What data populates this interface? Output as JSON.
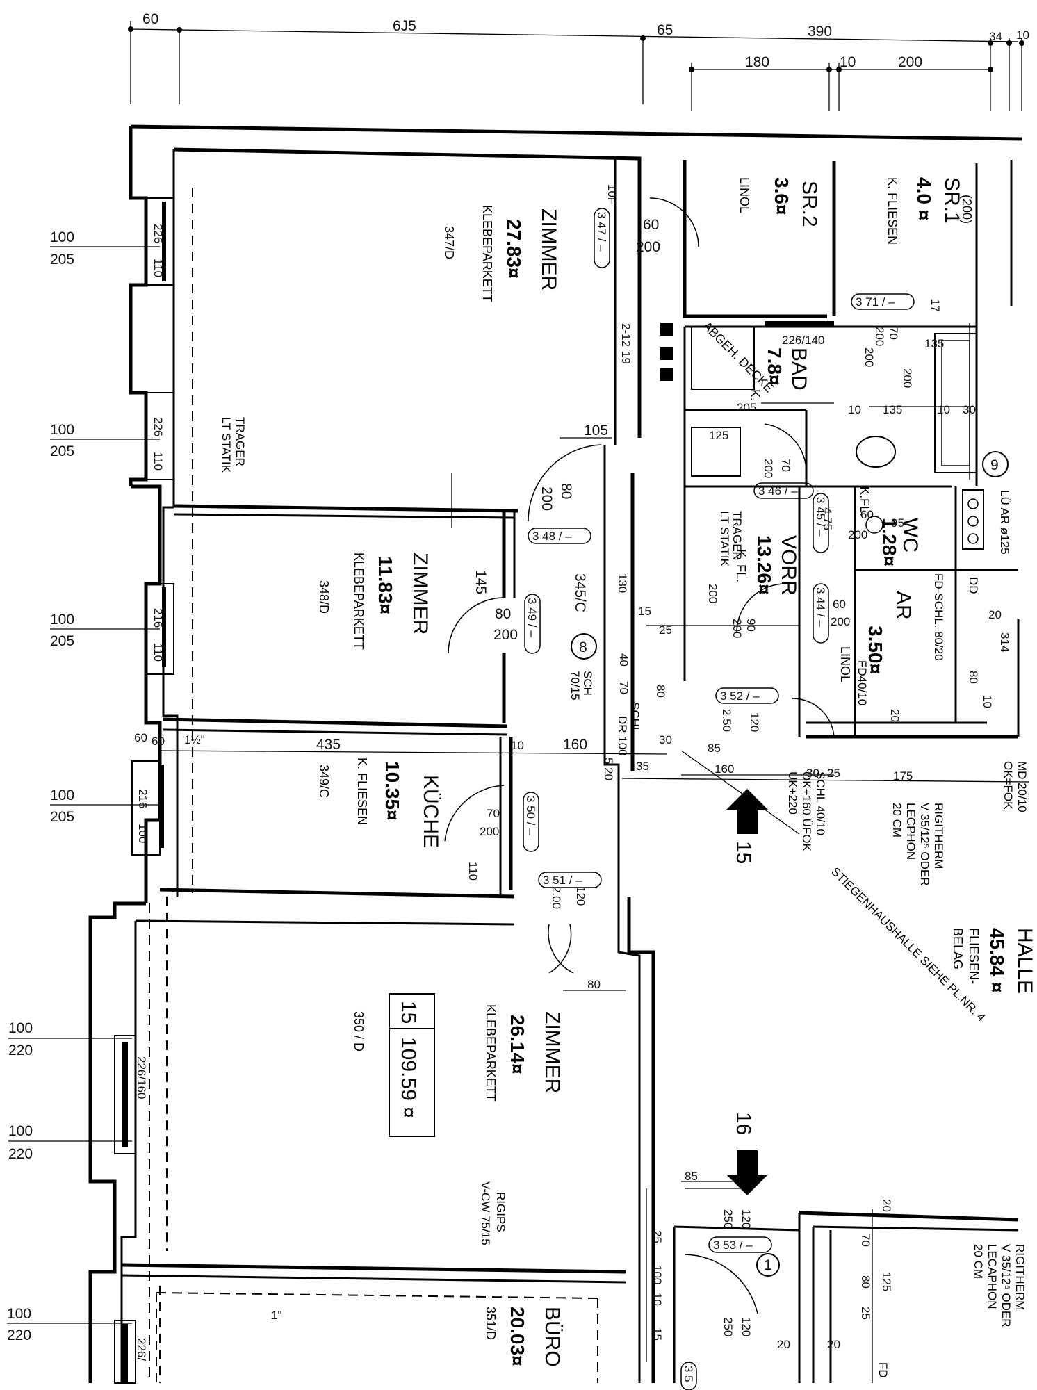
{
  "top_dimensions": {
    "row1": [
      "60",
      "6J5",
      "65",
      "390",
      "34",
      "10"
    ],
    "row2": [
      "180",
      "10",
      "200"
    ]
  },
  "left_dimensions": [
    {
      "top": "100",
      "bottom": "205"
    },
    {
      "top": "100",
      "bottom": "205"
    },
    {
      "top": "100",
      "bottom": "205"
    },
    {
      "top": "100",
      "bottom": "205"
    },
    {
      "top": "100",
      "bottom": "220"
    },
    {
      "top": "100",
      "bottom": "220"
    },
    {
      "top": "100",
      "bottom": "220"
    }
  ],
  "window_labels": [
    "226",
    "110",
    "226",
    "110",
    "216",
    "110",
    "216",
    "100",
    "226/160",
    "226/"
  ],
  "rooms": {
    "zimmer1": {
      "name": "ZIMMER",
      "area": "27.83¤",
      "floor": "KLEBEPARKETT",
      "code": "347/D"
    },
    "zimmer2": {
      "name": "ZIMMER",
      "area": "11.83¤",
      "floor": "KLEBEPARKETT",
      "code": "348/D"
    },
    "kueche": {
      "name": "KÜCHE",
      "area": "10.35¤",
      "floor": "K. FLIESEN",
      "code": "349/C"
    },
    "zimmer3": {
      "name": "ZIMMER",
      "area": "26.14¤",
      "floor": "KLEBEPARKETT",
      "code": "350 / D"
    },
    "buero": {
      "name": "BÜRO",
      "area": "20.03¤",
      "code": "351/D"
    },
    "sr2": {
      "name": "SR.2",
      "area": "3.6¤",
      "floor": "LINOL"
    },
    "sr1": {
      "name": "SR.1",
      "area": "4.0 ¤",
      "floor": "K. FLIESEN",
      "extra": "(200)"
    },
    "bad": {
      "name": "BAD",
      "area": "7.8¤",
      "floor": "K.",
      "extra": "ABGEH. DECKE"
    },
    "vorr": {
      "name": "VORR",
      "area": "13.26¤",
      "floor": "K. FL."
    },
    "wc": {
      "name": "WC",
      "area": "1.28¤",
      "floor": "K.FL."
    },
    "ar": {
      "name": "AR",
      "area": "3.50¤",
      "floor": "LINOL"
    },
    "halle": {
      "name": "HALLE",
      "area": "45.84 ¤",
      "floor": "FLIESEN-",
      "floor2": "BELAG"
    }
  },
  "unit_box": {
    "number": "15",
    "area": "109.59 ¤"
  },
  "circle_markers": [
    "8",
    "9",
    "1"
  ],
  "arrows": [
    {
      "label": "15"
    },
    {
      "label": "16"
    }
  ],
  "notes": {
    "trager1": "TRAGER",
    "trager1b": "LT STATIK",
    "trager2": "TRAGER",
    "trager2b": "LT STATIK",
    "rigips": "RIGIPS",
    "rigips2": "V-CW 75/15",
    "rigitherm1a": "RIGITHERM",
    "rigitherm1b": "V 35/12⁵ ODER",
    "rigitherm1c": "LECPHON",
    "rigitherm1d": "20 CM",
    "rigitherm2a": "RIGITHERM",
    "rigitherm2b": "V 35/12⁵ ODER",
    "rigitherm2c": "LECAPHON",
    "rigitherm2d": "20 CM",
    "stiegen": "STIEGENHAUSHALLE SIEHE PL.NR. 4",
    "schl": "SCHL 40/10",
    "ok160": "OK+160 ÜFOK",
    "uk220": "UK+220",
    "md": "MD 20/10",
    "okfok": "OK=FOK",
    "fdschl": "FD-SCHL. 80/20",
    "fd4010": "FD40/10",
    "lu": "LÜ AR ø125",
    "dd": "DD",
    "fd": "FD",
    "sch": "SCH",
    "sch2": "70/15",
    "schl2": "SCHL",
    "dr100": "DR 100"
  },
  "tags": [
    "3 47 / –",
    "3 48 / –",
    "3 49 / –",
    "3 50 / –",
    "3 51 / –",
    "3 46 / –",
    "3 45 / –",
    "3 44 / –",
    "3 52 / –",
    "3 71 / –",
    "3 53 / –",
    "3 5"
  ],
  "inner_dimensions": [
    "10F",
    "60",
    "200",
    "105",
    "200",
    "80",
    "145",
    "80",
    "200",
    "345/C",
    "130",
    "15",
    "25",
    "40",
    "70",
    "80",
    "2.50",
    "120",
    "30",
    "85",
    "160",
    "435",
    "10",
    "160",
    "5 20",
    "35",
    "60",
    "70",
    "200",
    "110",
    "2.00",
    "120",
    "80",
    "125",
    "70",
    "200",
    "205",
    "10",
    "135",
    "10",
    "30",
    "135",
    "200",
    "70",
    "200",
    "17",
    "60",
    "200",
    "4.75",
    "95",
    "200",
    "90",
    "200",
    "60",
    "200",
    "20",
    "20",
    "30",
    "25",
    "175",
    "85",
    "250",
    "120",
    "25",
    "100",
    "10",
    "15",
    "20",
    "125",
    "70",
    "80",
    "25",
    "20",
    "20",
    "250",
    "120",
    "2-12",
    "19",
    "226/140",
    "200",
    "314",
    "80",
    "10",
    "1½\"",
    "1\"",
    "60"
  ]
}
